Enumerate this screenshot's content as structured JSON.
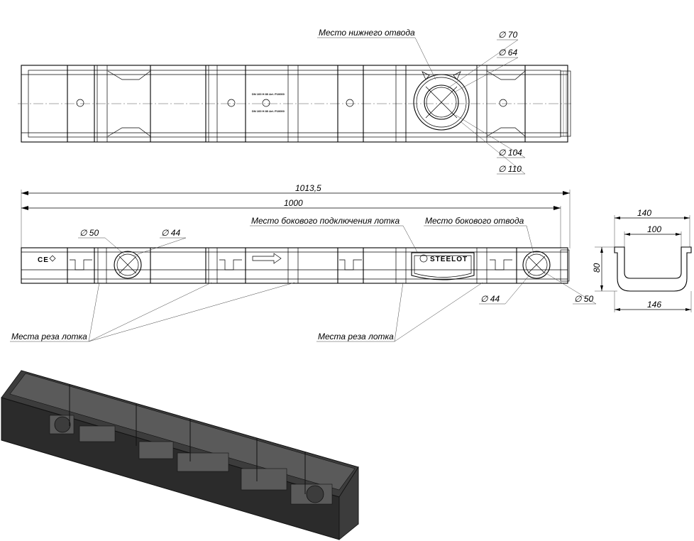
{
  "top_view": {
    "label_bottom_outlet": "Место нижнего отвода",
    "dim_d70": "∅ 70",
    "dim_d64": "∅ 64",
    "dim_d104": "∅ 104",
    "dim_d110": "∅ 110",
    "marking_line": "DN 100 H 80 Art. P10000"
  },
  "side_view": {
    "dim_total": "1013,5",
    "dim_length": "1000",
    "label_side_connection": "Место бокового подключения лотка",
    "label_side_outlet": "Место бокового отвода",
    "dim_d50_left": "∅ 50",
    "dim_d44_left": "∅ 44",
    "dim_d44_right": "∅ 44",
    "dim_d50_right": "∅ 50",
    "label_cut_left": "Места реза лотка",
    "label_cut_right": "Места реза лотка",
    "brand": "STEELOT",
    "ce_mark": "CE"
  },
  "section_view": {
    "dim_outer_top": "140",
    "dim_inner": "100",
    "dim_height": "80",
    "dim_base": "146"
  }
}
